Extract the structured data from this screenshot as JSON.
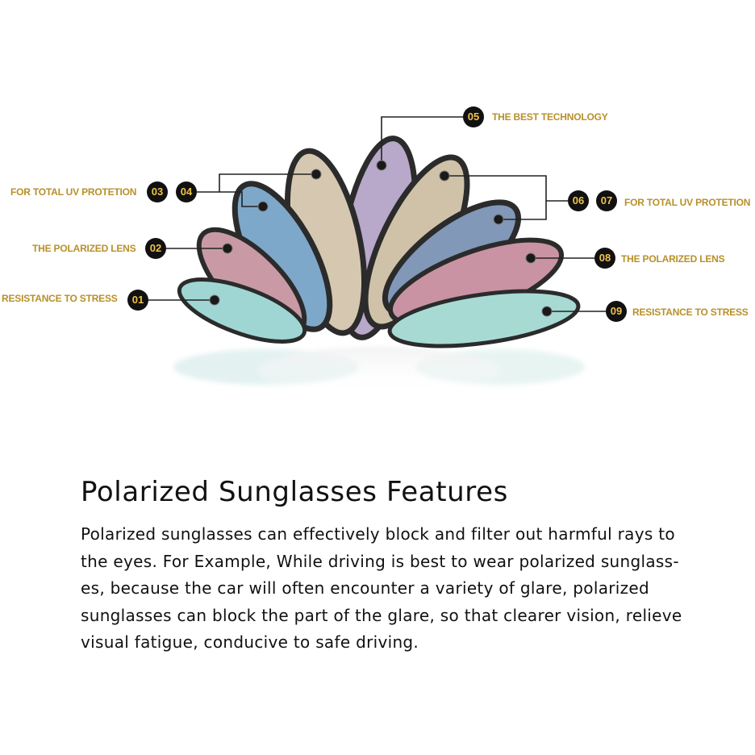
{
  "callouts": [
    {
      "id": "c01",
      "num": "01",
      "label": "RESISTANCE TO STRESS"
    },
    {
      "id": "c02",
      "num": "02",
      "label": "THE POLARIZED LENS"
    },
    {
      "id": "c03",
      "num": "03",
      "label": "FOR TOTAL UV PROTETION",
      "num2": "04"
    },
    {
      "id": "c05",
      "num": "05",
      "label": "THE BEST TECHNOLOGY"
    },
    {
      "id": "c06",
      "num": "06",
      "label": "FOR TOTAL UV PROTETION",
      "num2": "07"
    },
    {
      "id": "c08",
      "num": "08",
      "label": "THE POLARIZED LENS"
    },
    {
      "id": "c09",
      "num": "09",
      "label": "RESISTANCE TO STRESS"
    }
  ],
  "lens_colors": {
    "l1": "#9fd6d4",
    "l2": "#c99aa5",
    "l3": "#7ea8c9",
    "l4": "#d6c8b0",
    "l5": "#b8a8c9",
    "l6": "#d0c2a8",
    "l7": "#8198b8",
    "l8": "#c993a4",
    "l9": "#a8dad4"
  },
  "accent_text": "#b8902a",
  "badge_bg": "#111111",
  "badge_text": "#f1c24a",
  "heading": "Polarized Sunglasses Features",
  "paragraph_lines": [
    "Polarized sunglasses can effectively block and filter out harmful rays to",
    "the eyes. For Example, While driving is best to wear polarized sunglass-",
    "es, because the car will often encounter a variety of glare, polarized",
    "sunglasses can block the part of the glare, so that clearer vision, relieve",
    "visual fatigue, conducive to safe driving."
  ]
}
